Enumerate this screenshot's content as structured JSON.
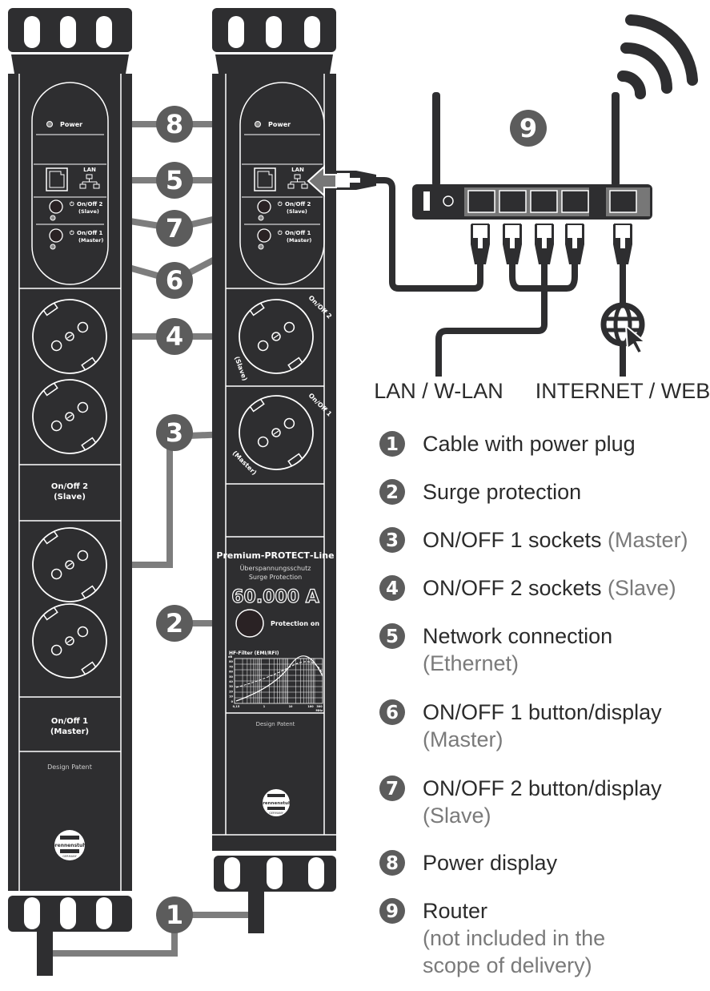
{
  "colors": {
    "strip": "#2e2e30",
    "callout": "#5c5c5c",
    "line": "#7d7d7d",
    "text": "#2b2b2b",
    "muted": "#7a7a7a"
  },
  "strip_left": {
    "power_label": "Power",
    "lan_label": "LAN",
    "onoff2_label": "On/Off 2",
    "onoff2_sub": "(Slave)",
    "onoff1_label": "On/Off 1",
    "onoff1_sub": "(Master)",
    "section_slave_label": "On/Off 2",
    "section_slave_sub": "(Slave)",
    "section_master_label": "On/Off 1",
    "section_master_sub": "(Master)",
    "design_patent": "Design Patent",
    "logo_text": "brennenstuhl",
    "logo_sub": "GERMANY"
  },
  "strip_right": {
    "power_label": "Power",
    "lan_label": "LAN",
    "onoff2_label": "On/Off 2",
    "onoff2_sub": "(Slave)",
    "onoff1_label": "On/Off 1",
    "onoff1_sub": "(Master)",
    "socket_top_label": "On/Off 2",
    "socket_top_sub": "(Slave)",
    "socket_bottom_label": "On/Off 1",
    "socket_bottom_sub": "(Master)",
    "product_line_a": "Premium-",
    "product_line_b": "PROTECT",
    "product_line_c": "-Line",
    "subtitle_de": "Überspannungsschutz",
    "subtitle_en": "Surge Protection",
    "rating": "60.000 A",
    "protection_label": "Protection on",
    "filter_title": "HF-Filter (EMI/RFI)",
    "filter_y_unit": "dB",
    "filter_y_ticks": [
      "80",
      "70",
      "60",
      "50",
      "40",
      "30",
      "20",
      "10",
      "0"
    ],
    "filter_x_ticks": [
      "0,15",
      "1",
      "10",
      "100",
      "300"
    ],
    "filter_x_unit": "MHz",
    "design_patent": "Design Patent",
    "logo_text": "brennenstuhl",
    "logo_sub": "GERMANY"
  },
  "callouts": [
    "8",
    "5",
    "7",
    "6",
    "4",
    "3",
    "2",
    "1",
    "9"
  ],
  "router": {
    "lan_label": "LAN / W-LAN",
    "internet_label": "INTERNET / WEB"
  },
  "legend": [
    {
      "num": "1",
      "label": "Cable with power plug",
      "muted": "",
      "lines": []
    },
    {
      "num": "2",
      "label": "Surge protection",
      "muted": "",
      "lines": []
    },
    {
      "num": "3",
      "label": "ON/OFF 1 sockets ",
      "muted": "(Master)",
      "lines": []
    },
    {
      "num": "4",
      "label": "ON/OFF 2 sockets ",
      "muted": "(Slave)",
      "lines": []
    },
    {
      "num": "5",
      "label": "Network connection",
      "muted": "",
      "lines": [
        "(Ethernet)"
      ]
    },
    {
      "num": "6",
      "label": "ON/OFF 1 button/display",
      "muted": "",
      "lines": [
        "(Master)"
      ]
    },
    {
      "num": "7",
      "label": "ON/OFF 2 button/display",
      "muted": "",
      "lines": [
        "(Slave)"
      ]
    },
    {
      "num": "8",
      "label": "Power display",
      "muted": "",
      "lines": []
    },
    {
      "num": "9",
      "label": "Router",
      "muted": "",
      "lines": [
        "(not included in the",
        "scope of delivery)"
      ]
    }
  ]
}
